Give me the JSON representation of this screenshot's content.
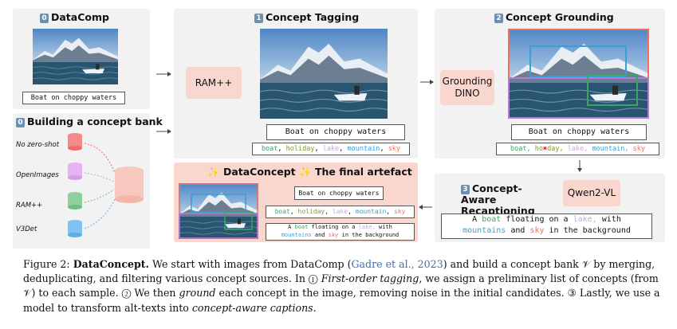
{
  "panels": {
    "datacomp": {
      "num": "0",
      "title": "DataComp",
      "caption": "Boat on choppy waters"
    },
    "bank": {
      "num": "0",
      "title": "Building a concept bank",
      "sources": [
        "No zero-shot",
        "OpenImages",
        "RAM++",
        "V3Det"
      ]
    },
    "tagging": {
      "num": "1",
      "title": "Concept Tagging",
      "model": "RAM++",
      "caption": "Boat on choppy waters"
    },
    "grounding": {
      "num": "2",
      "title": "Concept Grounding",
      "model": "Grounding DINO",
      "caption": "Boat on choppy waters"
    },
    "recaption": {
      "num": "3",
      "title": "Concept-Aware Recaptioning",
      "model": "Qwen2-VL"
    },
    "final": {
      "title": "DataConcept",
      "title_suffix": "The final artefact",
      "caption": "Boat on choppy waters"
    }
  },
  "tags": [
    {
      "text": "boat",
      "color": "#3aa564"
    },
    {
      "text": "holiday",
      "color": "#7a9a3a"
    },
    {
      "text": "lake",
      "color": "#c7a6dd"
    },
    {
      "text": "mountain",
      "color": "#3a9fd6"
    },
    {
      "text": "sky",
      "color": "#ee7060"
    }
  ],
  "grounding_tags": {
    "t1": "boat,",
    "t2a": "ho",
    "t2b": "day,",
    "t3": "lake,",
    "t4": "mountain,",
    "t5": "sky"
  },
  "recaption_text": {
    "p1": "A",
    "boat": "boat",
    "p2": "floating on a",
    "lake": "lake,",
    "p3": "with",
    "mountains": "mountains",
    "p4": "and",
    "sky": "sky",
    "p5": "in the background"
  },
  "symbols": {
    "tagging_sep": ", ",
    "sparkle": "✨",
    "cross": "✖"
  },
  "figure_caption": {
    "label": "Figure 2:",
    "name": "DataConcept.",
    "s1": "We start with images from DataComp (",
    "cite": "Gadre et al., 2023",
    "s2": ") and build a concept bank 𝒱 by merging, deduplicating, and filtering various concept sources. In ① ",
    "i1": "First-order tagging",
    "s3": ", we assign a preliminary list of concepts (from 𝒱) to each sample. ② We then ",
    "i2": "ground",
    "s4": " each concept in the image, removing noise in the initial candidates. ③ Lastly, we use a model to transform alt-texts into ",
    "i3": "concept-aware captions",
    "s5": "."
  }
}
